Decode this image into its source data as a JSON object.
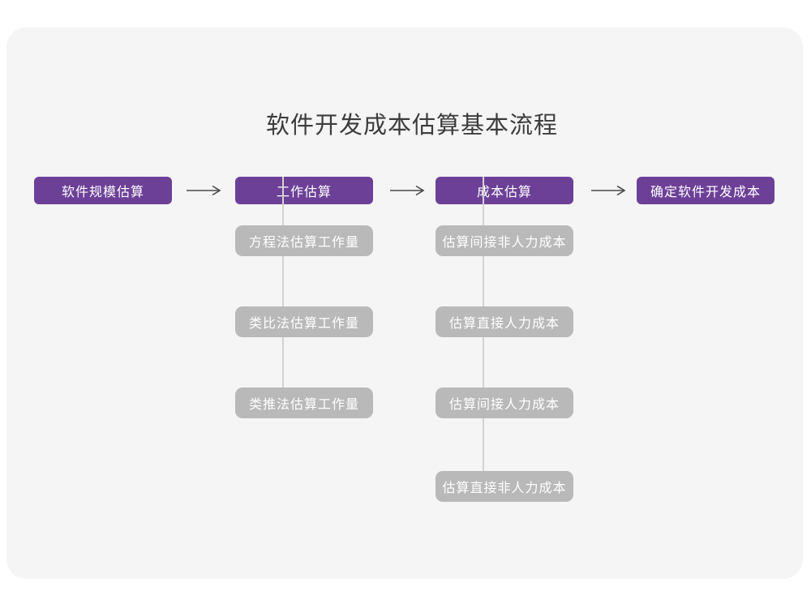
{
  "title": "软件开发成本估算基本流程",
  "flow": {
    "stages": [
      {
        "label": "软件规模估算"
      },
      {
        "label": "工作估算"
      },
      {
        "label": "成本估算"
      },
      {
        "label": "确定软件开发成本"
      }
    ],
    "work_substeps": [
      "方程法估算工作量",
      "类比法估算工作量",
      "类推法估算工作量"
    ],
    "cost_substeps": [
      "估算间接非人力成本",
      "估算直接人力成本",
      "估算间接人力成本",
      "估算直接非人力成本"
    ]
  },
  "colors": {
    "stage_bg": "#6d4098",
    "substep_bg": "#b9b9b9",
    "card_bg": "#f5f5f6",
    "connector_line": "#d3d3d3",
    "arrow": "#4a4a4a",
    "title_color": "#3c3c3c"
  }
}
